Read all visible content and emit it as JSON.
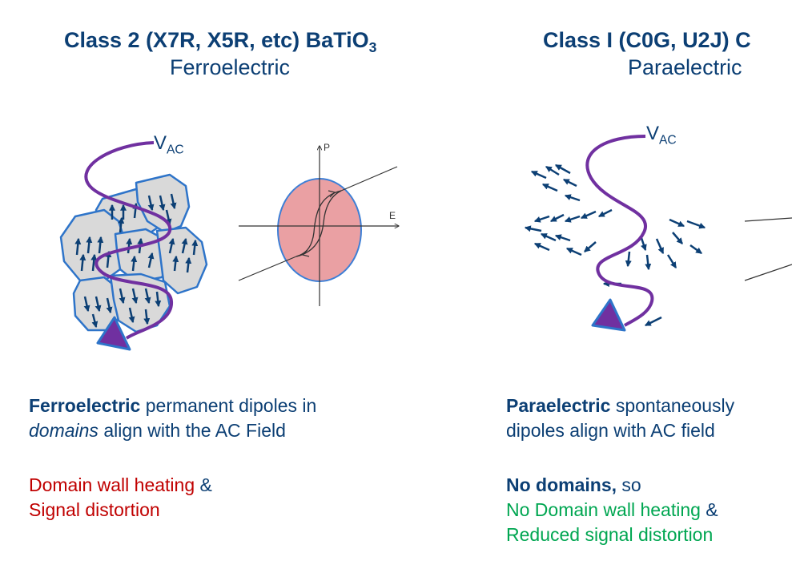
{
  "left": {
    "title_main": "Class 2 (X7R, X5R, etc) BaTiO",
    "title_sub": "3",
    "subtitle": "Ferroelectric",
    "vac_main": "V",
    "vac_sub": "AC",
    "axis_p": "P",
    "axis_e": "E",
    "desc_bold": "Ferroelectric",
    "desc_rest1": " permanent dipoles in",
    "desc_ital": "domains",
    "desc_rest2": " align with the AC Field",
    "effect_1": "Domain wall heating",
    "amp": " &",
    "effect_2": "Signal distortion"
  },
  "right": {
    "title_main": "Class I (C0G, U2J) C",
    "subtitle": "Paraelectric",
    "vac_main": "V",
    "vac_sub": "AC",
    "desc_bold": "Paraelectric",
    "desc_rest1": " spontaneously",
    "desc_line2": "dipoles align with AC field",
    "nodom_bold": "No domains,",
    "nodom_rest": " so",
    "effect_1": "No Domain wall heating",
    "amp": " &",
    "effect_2": "Reduced signal distortion"
  },
  "colors": {
    "navy": "#0c3f74",
    "purple": "#7030a0",
    "grain_fill": "#d9d9d9",
    "ellipse_fill": "#eaa0a3",
    "ellipse_stroke": "#3d7fd6",
    "red": "#c00000",
    "green": "#00a651"
  }
}
